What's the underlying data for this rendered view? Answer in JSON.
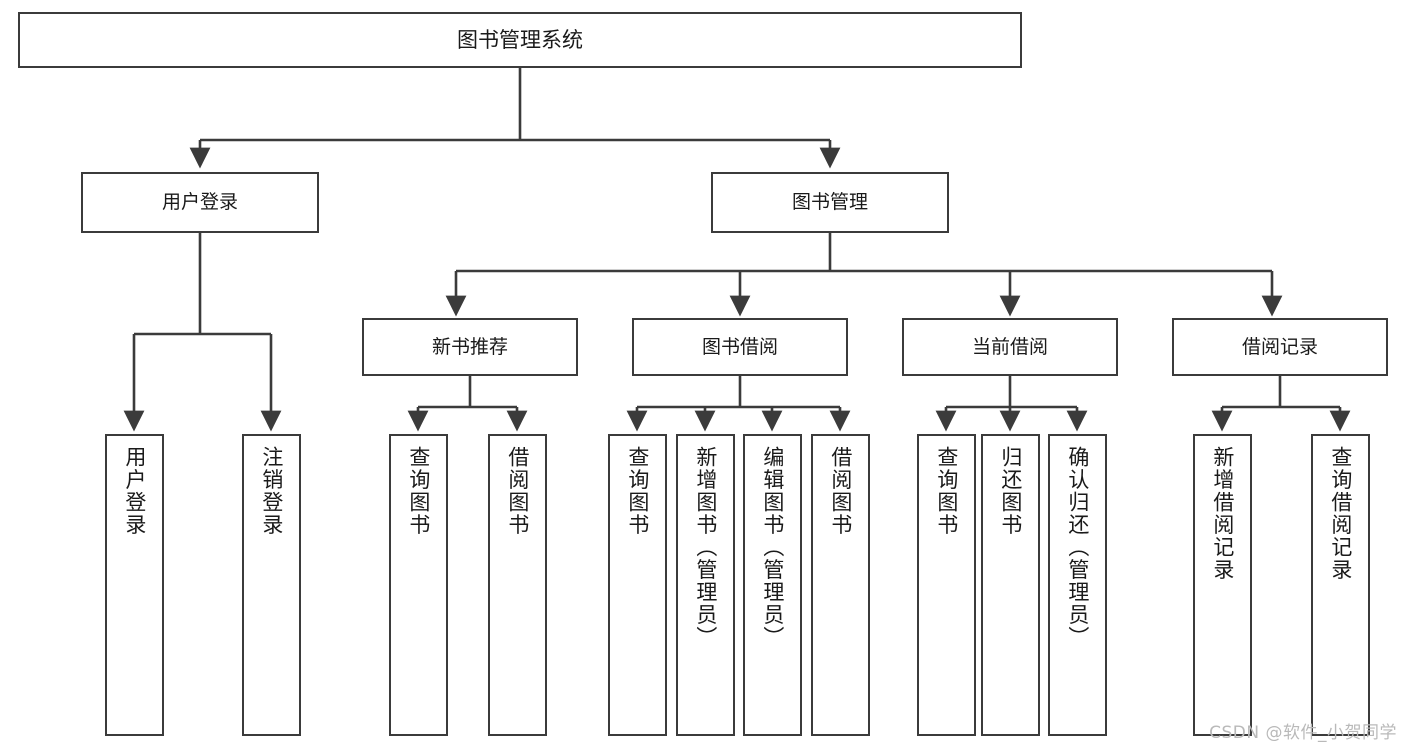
{
  "diagram": {
    "title": "图书管理系统",
    "type": "hierarchy-tree",
    "background_color": "#ffffff",
    "line_color": "#3b3b3b",
    "text_color": "#1a1a1a",
    "levels": 4,
    "root": {
      "label": "图书管理系统"
    },
    "level1": [
      {
        "label": "用户登录"
      },
      {
        "label": "图书管理"
      }
    ],
    "level2": [
      {
        "label": "新书推荐"
      },
      {
        "label": "图书借阅"
      },
      {
        "label": "当前借阅"
      },
      {
        "label": "借阅记录"
      }
    ],
    "leaves": {
      "user_login": [
        {
          "label": "用户登录"
        },
        {
          "label": "注销登录"
        }
      ],
      "new_book_recommend": [
        {
          "label": "查询图书"
        },
        {
          "label": "借阅图书"
        }
      ],
      "book_borrow": [
        {
          "label": "查询图书"
        },
        {
          "label": "新增图书（管理员）"
        },
        {
          "label": "编辑图书（管理员）"
        },
        {
          "label": "借阅图书"
        }
      ],
      "current_borrow": [
        {
          "label": "查询图书"
        },
        {
          "label": "归还图书"
        },
        {
          "label": "确认归还（管理员）"
        }
      ],
      "borrow_record": [
        {
          "label": "新增借阅记录"
        },
        {
          "label": "查询借阅记录"
        }
      ]
    }
  },
  "watermark": {
    "text": "CSDN @软件_小贺同学"
  }
}
